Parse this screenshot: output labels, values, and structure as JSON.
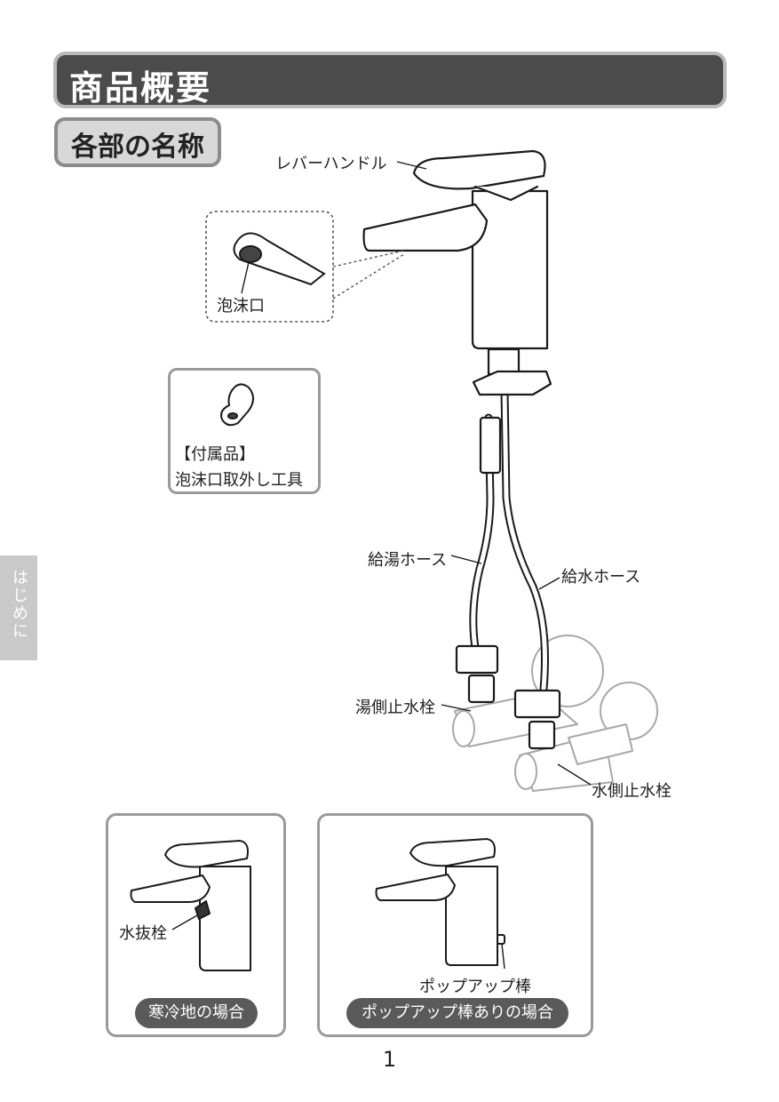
{
  "header": {
    "title": "商品概要",
    "subtitle": "各部の名称"
  },
  "side_tab": {
    "label": "はじめに"
  },
  "parts": {
    "lever_handle": "レバーハンドル",
    "aerator": "泡沫口",
    "hot_hose": "給湯ホース",
    "cold_hose": "給水ホース",
    "hot_stop_valve": "湯側止水栓",
    "cold_stop_valve": "水側止水栓"
  },
  "accessory": {
    "heading": "【付属品】",
    "name": "泡沫口取外し工具"
  },
  "cases": [
    {
      "part_label": "水抜栓",
      "caption": "寒冷地の場合"
    },
    {
      "part_label": "ポップアップ棒",
      "caption": "ポップアップ棒ありの場合"
    }
  ],
  "page": {
    "number": "1"
  }
}
